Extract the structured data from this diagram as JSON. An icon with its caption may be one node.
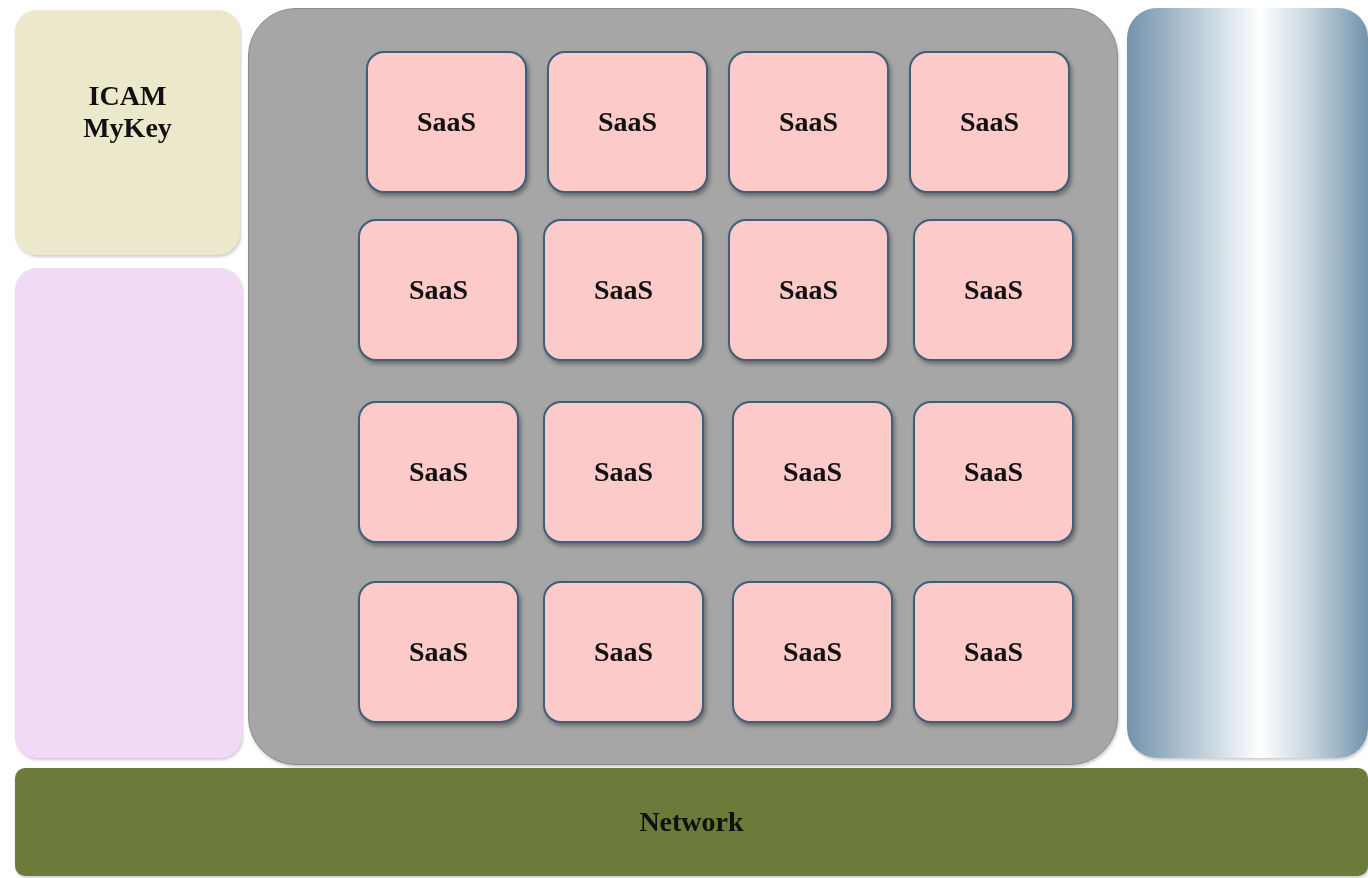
{
  "diagram": {
    "nodes": [
      {
        "text": [
          "ICAM MyKey"
        ]
      },
      {
        "text": [],
        "shape": "box"
      },
      {
        "text": [
          "SaaS"
        ],
        "in": 1
      },
      {
        "text": [
          "SaaS"
        ],
        "in": 1
      },
      {
        "text": [
          "SaaS"
        ],
        "in": 1
      },
      {
        "text": [
          "SaaS"
        ],
        "in": 1
      },
      {
        "text": [
          "SaaS"
        ],
        "in": 1
      },
      {
        "text": [
          "SaaS"
        ],
        "in": 1
      },
      {
        "text": [
          "SaaS"
        ],
        "in": 1
      },
      {
        "text": [
          "SaaS"
        ],
        "in": 1
      },
      {
        "text": [
          "SaaS"
        ],
        "in": 1
      },
      {
        "text": [
          "SaaS"
        ],
        "in": 1
      },
      {
        "text": [
          "SaaS"
        ],
        "in": 1
      },
      {
        "text": [
          "SaaS"
        ],
        "in": 1
      },
      {
        "text": [
          "SaaS"
        ],
        "in": 1
      },
      {
        "text": [
          "SaaS"
        ],
        "in": 1
      },
      {
        "text": [
          "SaaS"
        ],
        "in": 1
      },
      {
        "text": [
          "SaaS"
        ],
        "in": 1
      },
      {
        "text": [],
        "shape": "box"
      },
      {
        "text": [],
        "shape": "box"
      },
      {
        "text": [
          "Network"
        ]
      }
    ]
  }
}
